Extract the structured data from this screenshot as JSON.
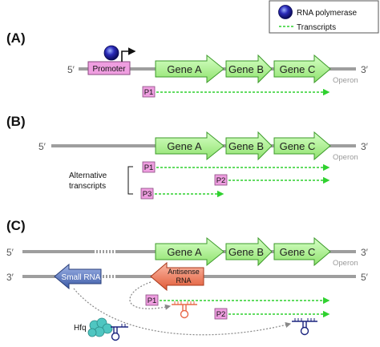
{
  "legend": {
    "polymerase": "RNA polymerase",
    "transcripts": "Transcripts"
  },
  "panels": {
    "a": "(A)",
    "b": "(B)",
    "c": "(C)"
  },
  "ends": {
    "five": "5′",
    "three": "3′"
  },
  "genes": [
    "Gene A",
    "Gene B",
    "Gene C"
  ],
  "operon": "Operon",
  "promoter": "Promoter",
  "promoters": [
    "P1",
    "P2",
    "P3"
  ],
  "alternative_transcripts": [
    "Alternative",
    "transcripts"
  ],
  "small_rna": "Small RNA",
  "antisense_rna": [
    "Antisense",
    "RNA"
  ],
  "hfq": "Hfq",
  "colors": {
    "gene_fill": "#a9ef8c",
    "gene_stroke": "#3c9a2a",
    "promoter_fill": "#ef9ee0",
    "transcript": "#2fd12f",
    "strand": "#9e9e9e",
    "small_rna": "#4f6fb5",
    "antisense": "#e8694a",
    "hfq": "#4fc6c1",
    "polymerase": "#1a1a8c"
  }
}
